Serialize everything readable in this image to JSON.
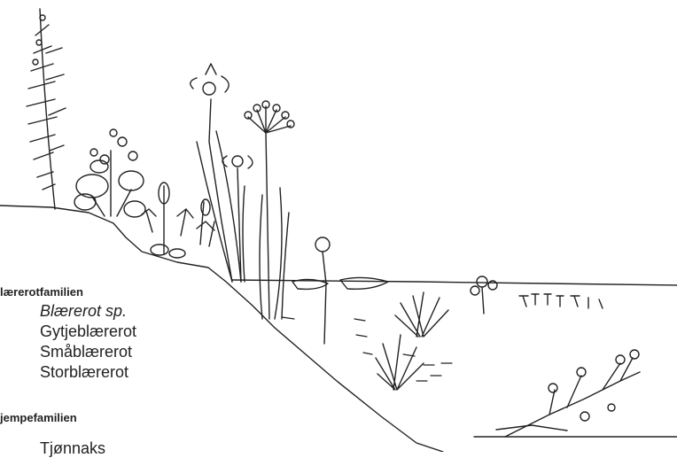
{
  "families": [
    {
      "name": "lærerotfamilien",
      "species": [
        {
          "label": "Blærerot sp.",
          "italic": true
        },
        {
          "label": "Gytjeblærerot",
          "italic": false
        },
        {
          "label": "Småblærerot",
          "italic": false
        },
        {
          "label": "Storblærerot",
          "italic": false
        }
      ]
    },
    {
      "name": "jempefamilien",
      "species": [
        {
          "label": "Tjønnaks",
          "italic": false,
          "partially_visible": true
        }
      ]
    }
  ],
  "colors": {
    "ink": "#222222",
    "background": "#ffffff"
  }
}
